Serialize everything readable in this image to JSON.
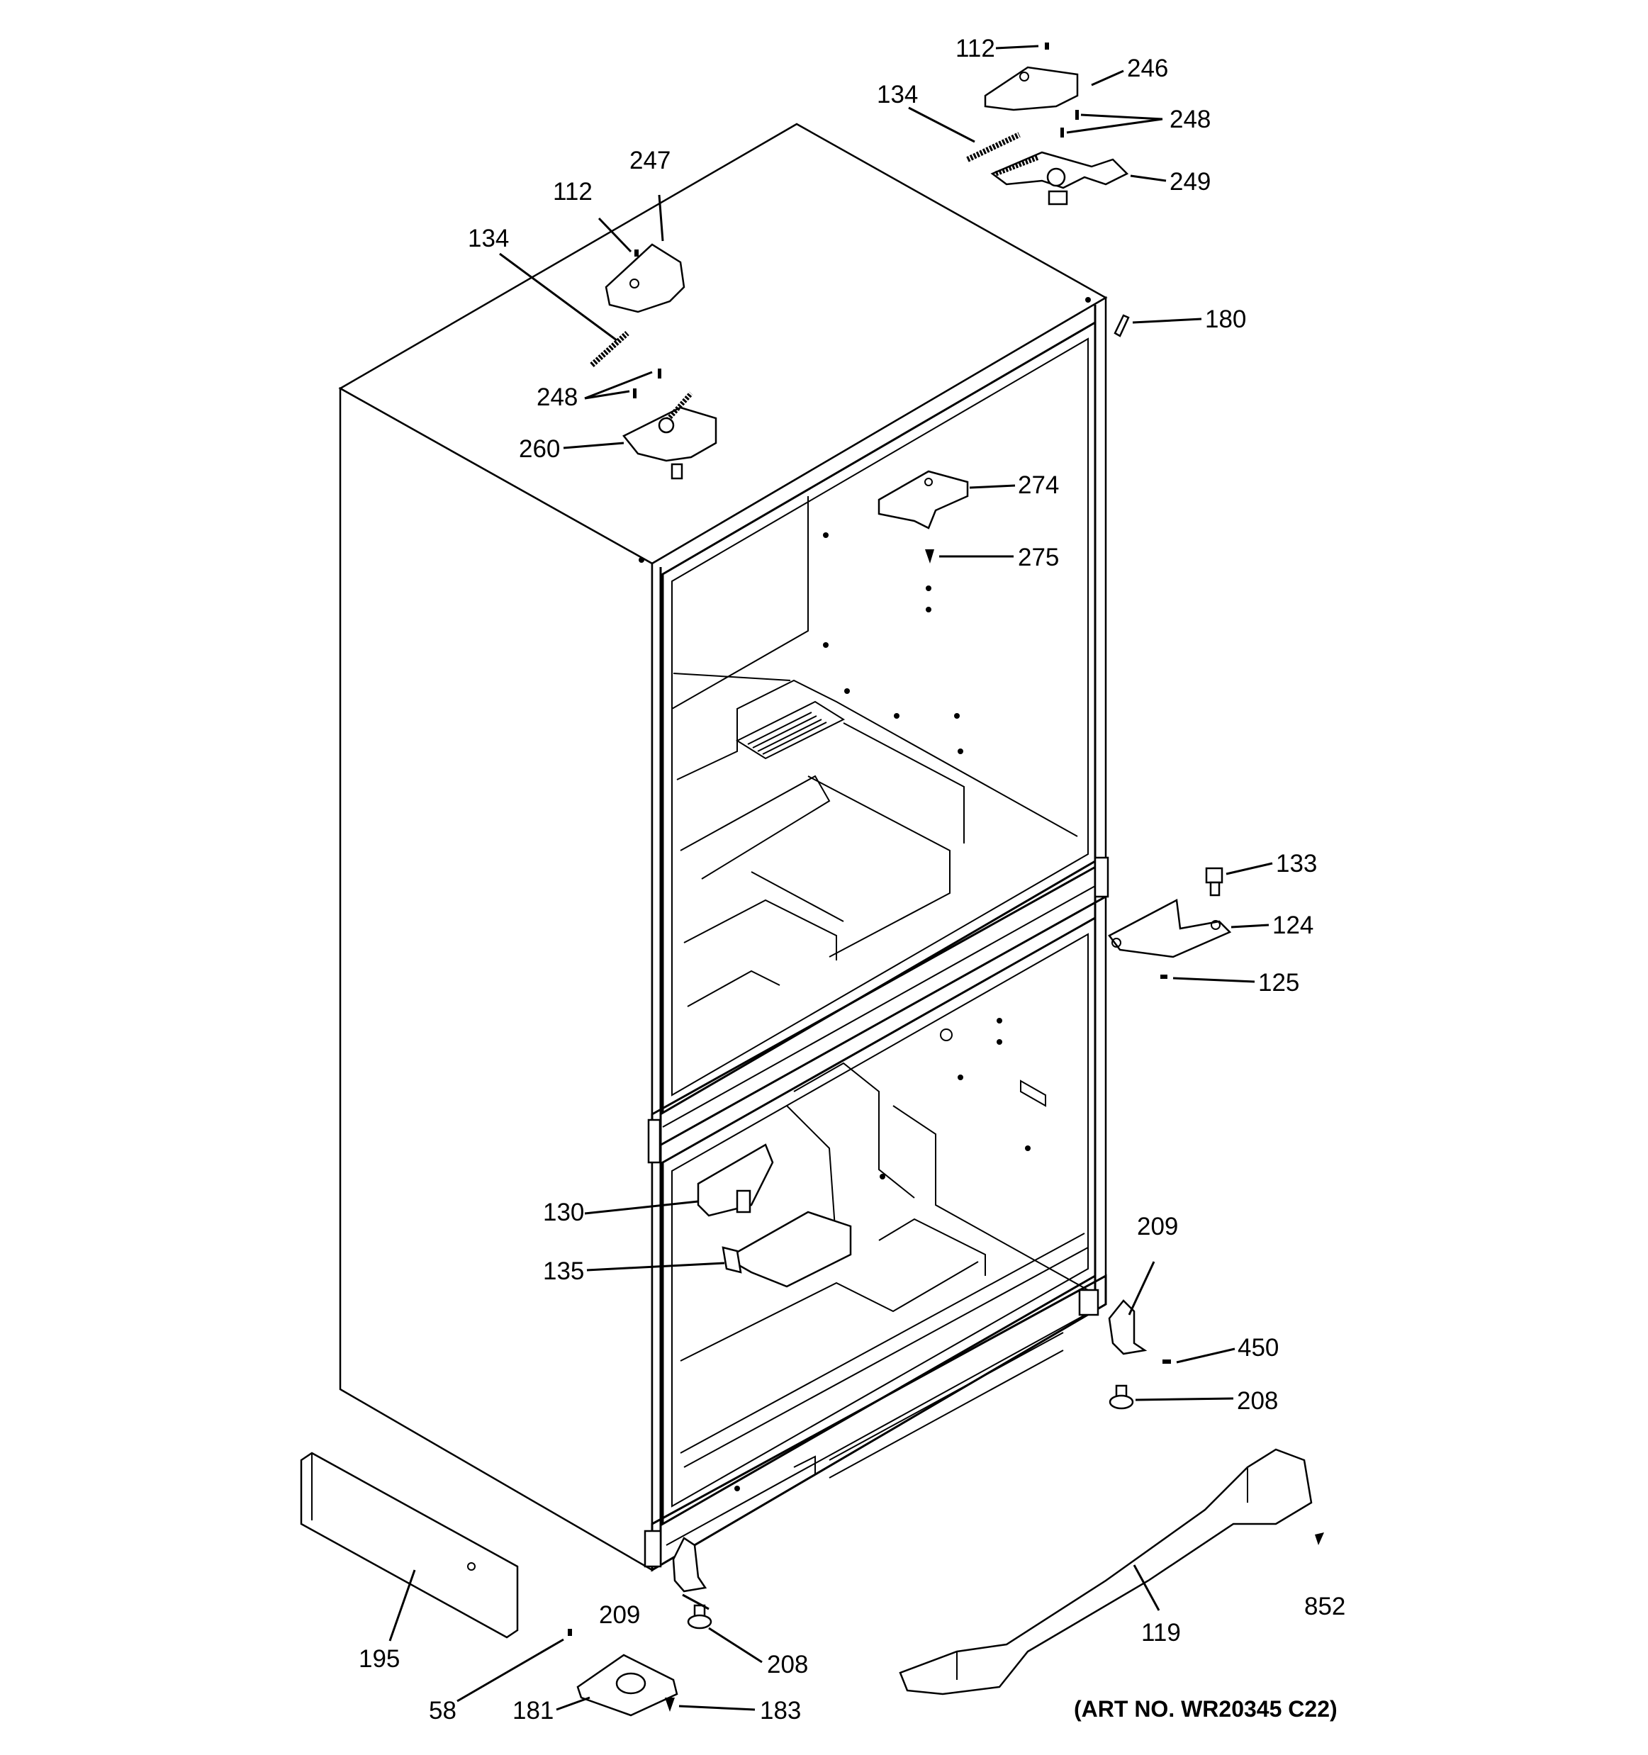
{
  "diagram": {
    "art_number": "(ART NO. WR20345 C22)",
    "callouts": {
      "c112_top": "112",
      "c246": "246",
      "c134_top": "134",
      "c248_top": "248",
      "c249": "249",
      "c247": "247",
      "c112_left": "112",
      "c134_left": "134",
      "c180": "180",
      "c248_left": "248",
      "c260": "260",
      "c274": "274",
      "c275": "275",
      "c133": "133",
      "c124": "124",
      "c125": "125",
      "c130": "130",
      "c135": "135",
      "c209_right": "209",
      "c450": "450",
      "c208_right": "208",
      "c852": "852",
      "c209_bottom": "209",
      "c119": "119",
      "c195": "195",
      "c208_bottom": "208",
      "c58": "58",
      "c181": "181",
      "c183": "183"
    }
  }
}
